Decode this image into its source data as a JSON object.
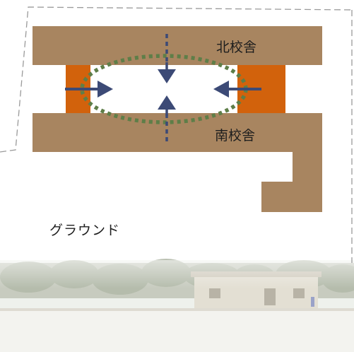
{
  "buildings": {
    "north_school": "北校舎",
    "south_school": "南校舎"
  },
  "ground_label": "グラウンド",
  "colors": {
    "building": "#a88560",
    "connector": "#d2620c",
    "arrow": "#3c4a76",
    "courtyard_outline": "#5e7e48",
    "site_border": "#9a9a9a",
    "photo_sky": "#e9ede6",
    "photo_trees": "#b9bfb0",
    "photo_ground": "#f2f2ee"
  }
}
